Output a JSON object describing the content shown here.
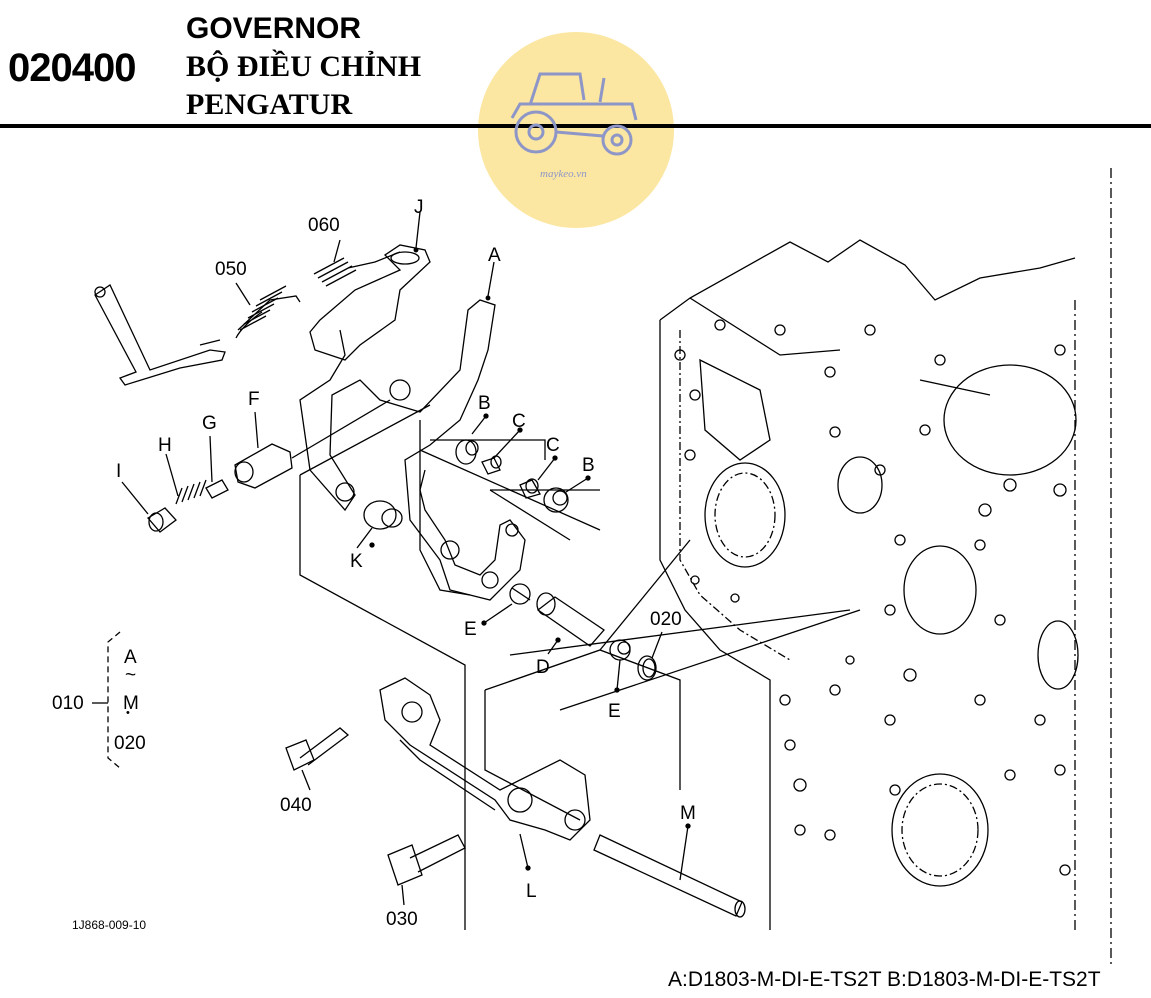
{
  "header": {
    "code": "020400",
    "title_en": "GOVERNOR",
    "title_vi": "BỘ ĐIỀU CHỈNH",
    "title_id": "PENGATUR"
  },
  "watermark": {
    "text": "maykeo.vn",
    "color": "#fbe7a1"
  },
  "callouts": {
    "J": "J",
    "A": "A",
    "n060": "060",
    "n050": "050",
    "B1": "B",
    "C1": "C",
    "C2": "C",
    "B2": "B",
    "F": "F",
    "G": "G",
    "H": "H",
    "I": "I",
    "K": "K",
    "E1": "E",
    "D": "D",
    "E2": "E",
    "n020": "020",
    "n040": "040",
    "L": "L",
    "M": "M",
    "n030": "030"
  },
  "group_ref": {
    "number": "010",
    "from": "A",
    "tilde": "~",
    "to": "M",
    "dot": "•",
    "plus": "020"
  },
  "drawing_code": "1J868-009-10",
  "footer": "A:D1803-M-DI-E-TS2T B:D1803-M-DI-E-TS2T"
}
